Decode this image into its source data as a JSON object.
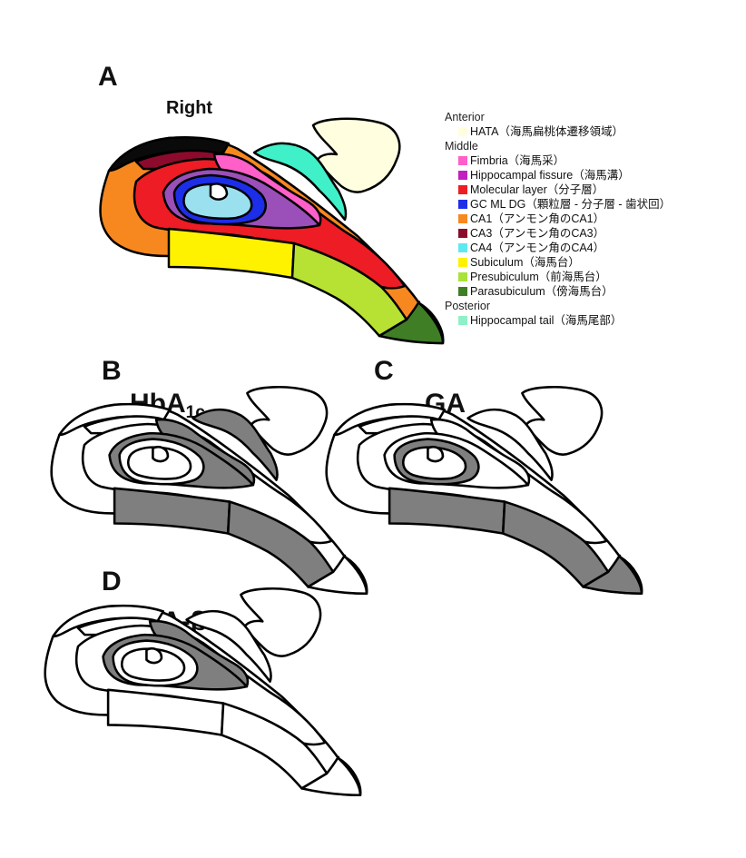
{
  "panels": {
    "a": {
      "letter": "A",
      "title": "Right"
    },
    "b": {
      "letter": "B",
      "title": "HbA",
      "title_sub": "1c"
    },
    "c": {
      "letter": "C",
      "title": "GA"
    },
    "d": {
      "letter": "D",
      "title": "HOMA-β"
    }
  },
  "legend": {
    "groups": [
      {
        "label": "Anterior",
        "items": [
          {
            "label": "HATA（海馬扁桃体遷移領域）",
            "color": "#ffffe0"
          }
        ]
      },
      {
        "label": "Middle",
        "items": [
          {
            "label": "Fimbria（海馬采）",
            "color": "#ff5fc8"
          },
          {
            "label": "Hippocampal fissure（海馬溝）",
            "color": "#c11fc2"
          },
          {
            "label": "Molecular layer（分子層）",
            "color": "#ee1c24"
          },
          {
            "label": "GC ML DG（顆粒層 - 分子層 - 歯状回）",
            "color": "#1d2ee8"
          },
          {
            "label": "CA1（アンモン角のCA1）",
            "color": "#f7881f"
          },
          {
            "label": "CA3（アンモン角のCA3）",
            "color": "#8c0a2c"
          },
          {
            "label": "CA4（アンモン角のCA4）",
            "color": "#5ee8f2"
          },
          {
            "label": "Subiculum（海馬台）",
            "color": "#fff200"
          },
          {
            "label": "Presubiculum（前海馬台）",
            "color": "#a8e23a"
          },
          {
            "label": "Parasubiculum（傍海馬台）",
            "color": "#3f7e25"
          }
        ]
      },
      {
        "label": "Posterior",
        "items": [
          {
            "label": "Hippocampal tail（海馬尾部）",
            "color": "#8ff0c8"
          }
        ]
      }
    ]
  },
  "colors": {
    "shaded": "#7f7f7f",
    "outline": "#000000",
    "empty": "#ffffff",
    "hata": "#ffffe0",
    "fimbria": "#ff5fc8",
    "fissure": "#9b4fb8",
    "molecular": "#ee1c24",
    "gcmldg": "#1d2ee8",
    "ca1": "#f7881f",
    "ca3": "#8c0a2c",
    "ca4": "#9be0ee",
    "subiculum": "#fff200",
    "presubiculum": "#b8e233",
    "parasubiculum": "#3f7e25",
    "tail": "#3ff0c8",
    "black_cap": "#0a0a0a"
  },
  "shading": {
    "b": [
      "fimbria_shape",
      "fissure_shape",
      "tail_shape",
      "subiculum_shape",
      "presubiculum_shape"
    ],
    "c": [
      "gcmldg_shape",
      "subiculum_shape",
      "presubiculum_shape",
      "parasubiculum_shape"
    ],
    "d": [
      "fimbria_shape",
      "fissure_shape"
    ]
  }
}
